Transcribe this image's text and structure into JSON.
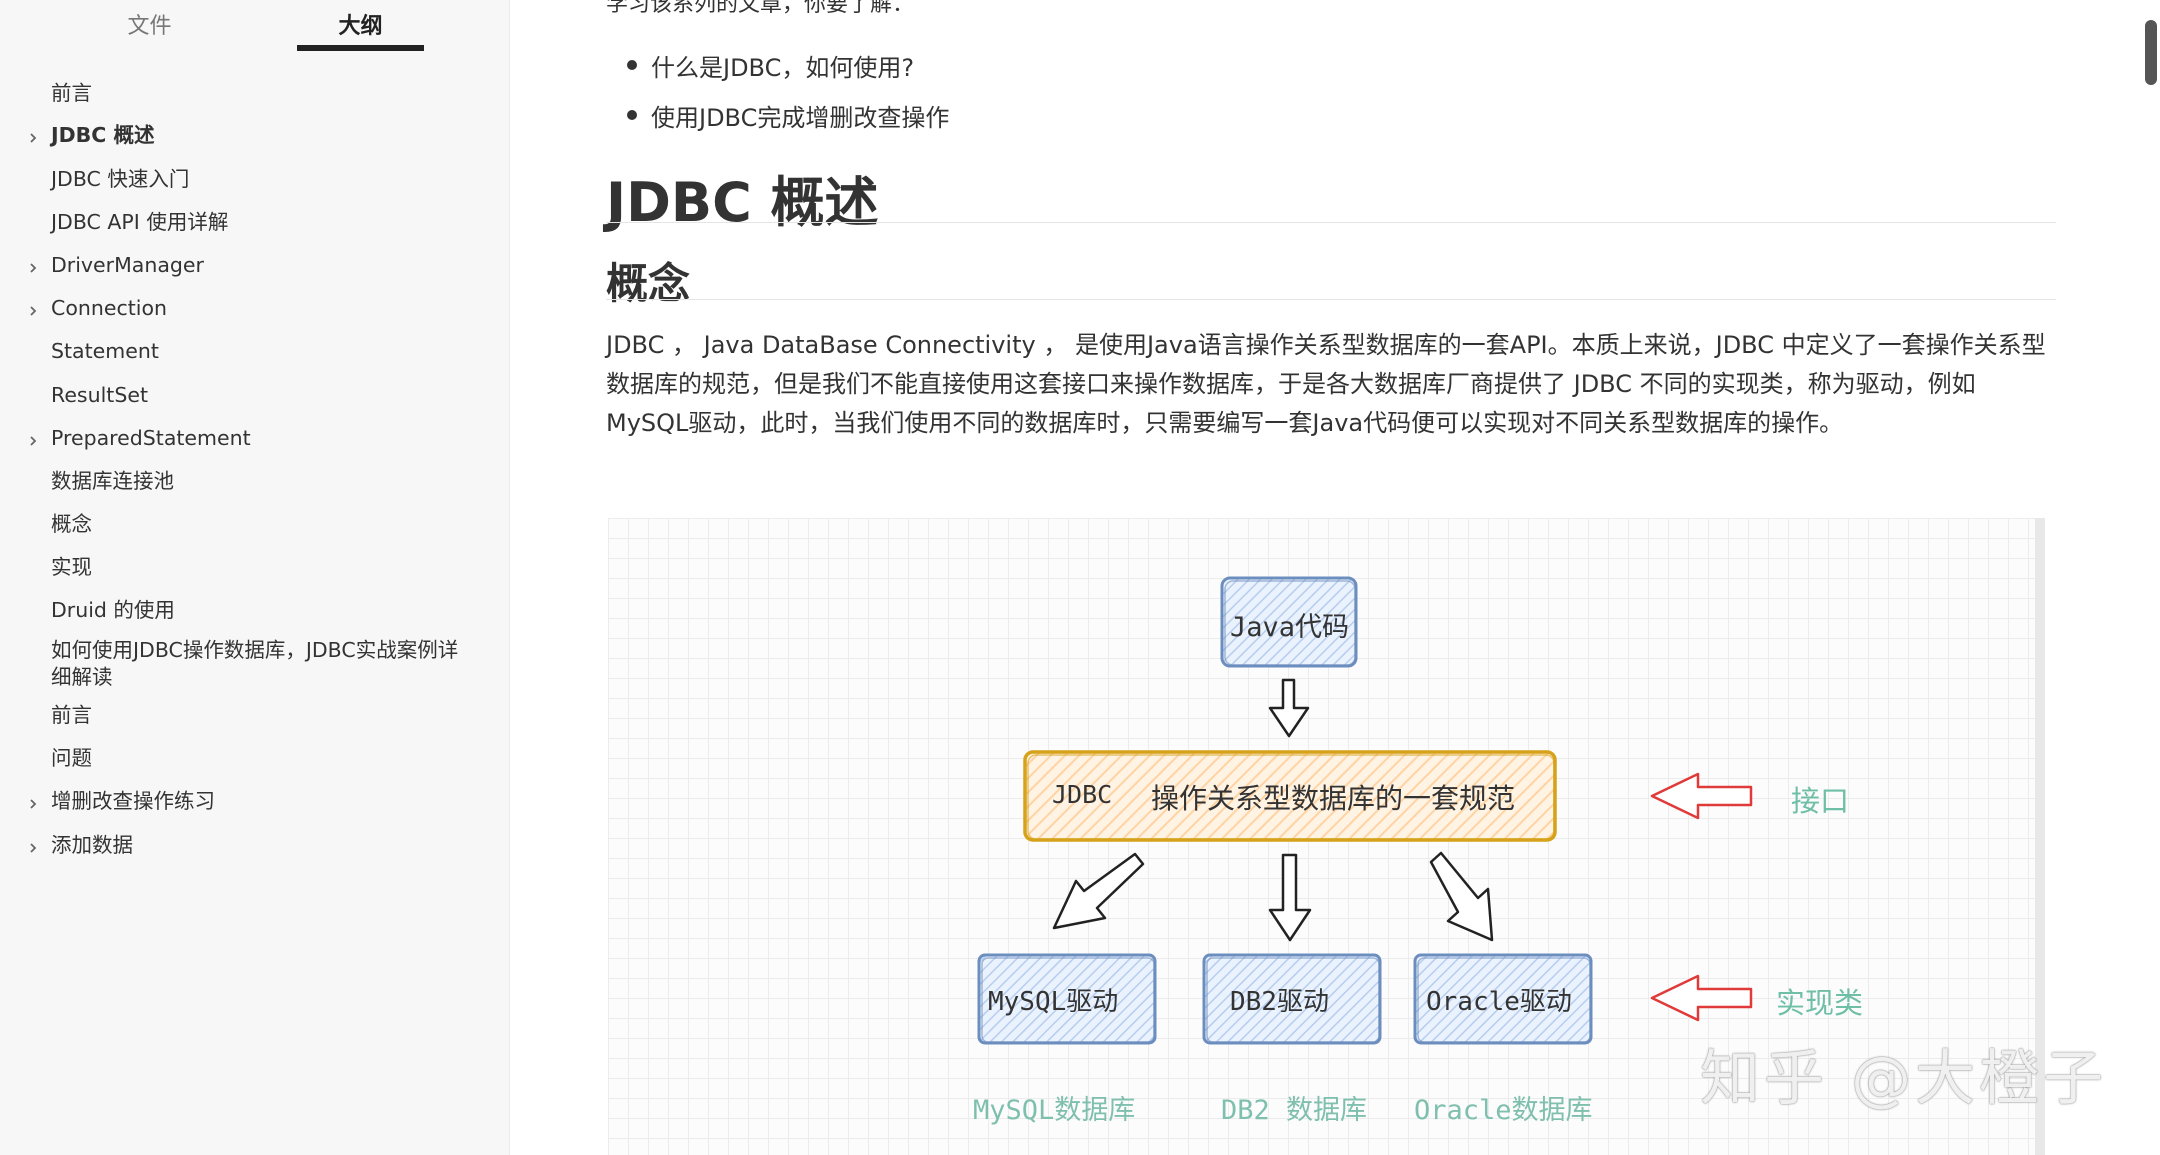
{
  "sidebar": {
    "tabs": {
      "files": "文件",
      "outline": "大纲"
    },
    "outline": [
      {
        "label": "前言",
        "expandable": false,
        "active": false
      },
      {
        "label": "JDBC 概述",
        "expandable": true,
        "active": true
      },
      {
        "label": "JDBC 快速入门",
        "expandable": false,
        "active": false
      },
      {
        "label": "JDBC API 使用详解",
        "expandable": false,
        "active": false
      },
      {
        "label": "DriverManager",
        "expandable": true,
        "active": false
      },
      {
        "label": "Connection",
        "expandable": true,
        "active": false
      },
      {
        "label": "Statement",
        "expandable": false,
        "active": false
      },
      {
        "label": "ResultSet",
        "expandable": false,
        "active": false
      },
      {
        "label": "PreparedStatement",
        "expandable": true,
        "active": false
      },
      {
        "label": "数据库连接池",
        "expandable": false,
        "active": false
      },
      {
        "label": "概念",
        "expandable": false,
        "active": false
      },
      {
        "label": "实现",
        "expandable": false,
        "active": false
      },
      {
        "label": "Druid 的使用",
        "expandable": false,
        "active": false
      },
      {
        "label": "如何使用JDBC操作数据库，JDBC实战案例详细解读",
        "expandable": false,
        "active": false
      },
      {
        "label": "前言",
        "expandable": false,
        "active": false
      },
      {
        "label": "问题",
        "expandable": false,
        "active": false
      },
      {
        "label": "增删改查操作练习",
        "expandable": true,
        "active": false
      },
      {
        "label": "添加数据",
        "expandable": true,
        "active": false
      }
    ]
  },
  "content": {
    "intro_line": "学习该系列的文章，你要了解：",
    "bullets": [
      "什么是JDBC，如何使用?",
      "使用JDBC完成增删改查操作"
    ],
    "h1": "JDBC 概述",
    "h2": "概念",
    "paragraph": "JDBC ， Java DataBase Connectivity ， 是使用Java语言操作关系型数据库的一套API。本质上来说，JDBC 中定义了一套操作关系型数据库的规范，但是我们不能直接使用这套接口来操作数据库，于是各大数据库厂商提供了 JDBC 不同的实现类，称为驱动，例如MySQL驱动，此时，当我们使用不同的数据库时，只需要编写一套Java代码便可以实现对不同关系型数据库的操作。"
  },
  "diagram": {
    "top_node": "Java代码",
    "spec_node_prefix": "JDBC",
    "spec_node_text": "操作关系型数据库的一套规范",
    "interface_label": "接口",
    "impl_label": "实现类",
    "drivers": [
      "MySQL驱动",
      "DB2驱动",
      "Oracle驱动"
    ],
    "databases": [
      "MySQL数据库",
      "DB2 数据库",
      "Oracle数据库"
    ],
    "colors": {
      "node_fill": "#dae8fc",
      "node_stroke": "#6c8ebf",
      "spec_fill": "#ffe6cc",
      "spec_stroke": "#d6a21a",
      "arrow_red": "#e03a3a",
      "label_green": "#6fbfa6"
    }
  },
  "watermark": "知乎 @大橙子"
}
